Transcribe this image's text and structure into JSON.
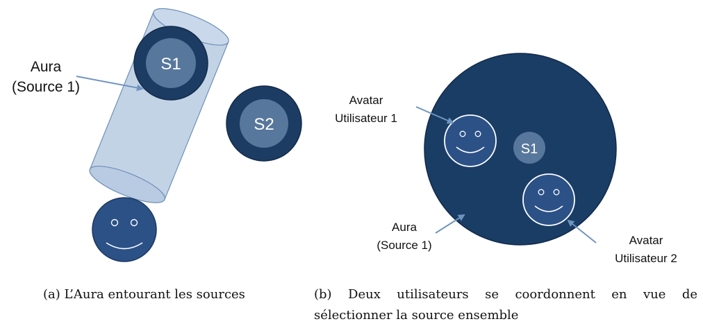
{
  "panel_a": {
    "aura_label_line1": "Aura",
    "aura_label_line2": "(Source 1)",
    "source1_label": "S1",
    "source2_label": "S2",
    "caption": "(a) L’Aura entourant les sources"
  },
  "panel_b": {
    "avatar1_label_line1": "Avatar",
    "avatar1_label_line2": "Utilisateur 1",
    "avatar2_label_line1": "Avatar",
    "avatar2_label_line2": "Utilisateur 2",
    "aura_label_line1": "Aura",
    "aura_label_line2": "(Source 1)",
    "source1_label": "S1",
    "caption_words": [
      "(b)",
      "Deux",
      "utilisateurs",
      "se",
      "coordonnent",
      "en",
      "vue",
      "de"
    ],
    "caption_line2": "sélectionner la source ensemble"
  },
  "colors": {
    "aura_dark": "#1c3c63",
    "aura_ring": "#1a3d66",
    "source_inner": "#58779c",
    "avatar_fill": "#2b5187",
    "cylinder_fill": "#b9cbe2",
    "cylinder_stroke": "#6d8fb8",
    "arrow": "#6f93c0"
  }
}
